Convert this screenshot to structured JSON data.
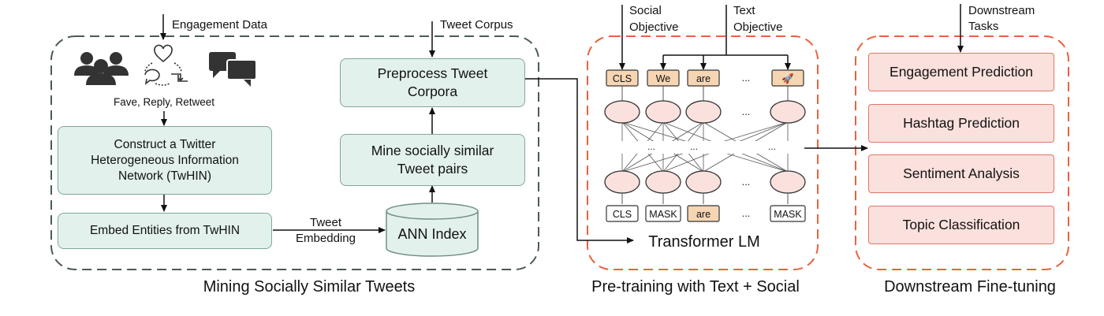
{
  "labels": {
    "engagement_data": "Engagement Data",
    "fave_reply_retweet": "Fave, Reply, Retweet",
    "construct_twhin": "Construct a Twitter Heterogeneous Information Network (TwHIN)",
    "embed_entities": "Embed Entities from TwHIN",
    "tweet_embedding_1": "Tweet",
    "tweet_embedding_2": "Embedding",
    "ann_index": "ANN Index",
    "mine_pairs": "Mine socially similar Tweet pairs",
    "preprocess": "Preprocess Tweet Corpora",
    "tweet_corpus": "Tweet Corpus",
    "section_mining": "Mining Socially Similar Tweets",
    "social_objective_1": "Social",
    "social_objective_2": "Objective",
    "text_objective_1": "Text",
    "text_objective_2": "Objective",
    "transformer_lm": "Transformer LM",
    "section_pretraining": "Pre-training with Text + Social",
    "downstream_tasks_1": "Downstream",
    "downstream_tasks_2": "Tasks",
    "section_downstream": "Downstream Fine-tuning"
  },
  "top_tokens": [
    "CLS",
    "We",
    "are",
    "...",
    "🚀"
  ],
  "bottom_tokens": [
    "CLS",
    "MASK",
    "are",
    "...",
    "MASK"
  ],
  "downstream_items": [
    "Engagement Prediction",
    "Hashtag Prediction",
    "Sentiment Analysis",
    "Topic Classification"
  ],
  "colors": {
    "green_fill": "#e3f1ec",
    "green_border": "#7ea79b",
    "orange_token": "#f6d5b3",
    "red_dashed": "#e8633f",
    "dark_dashed": "#4a5a5a",
    "red_fill": "#fbe1dd"
  }
}
